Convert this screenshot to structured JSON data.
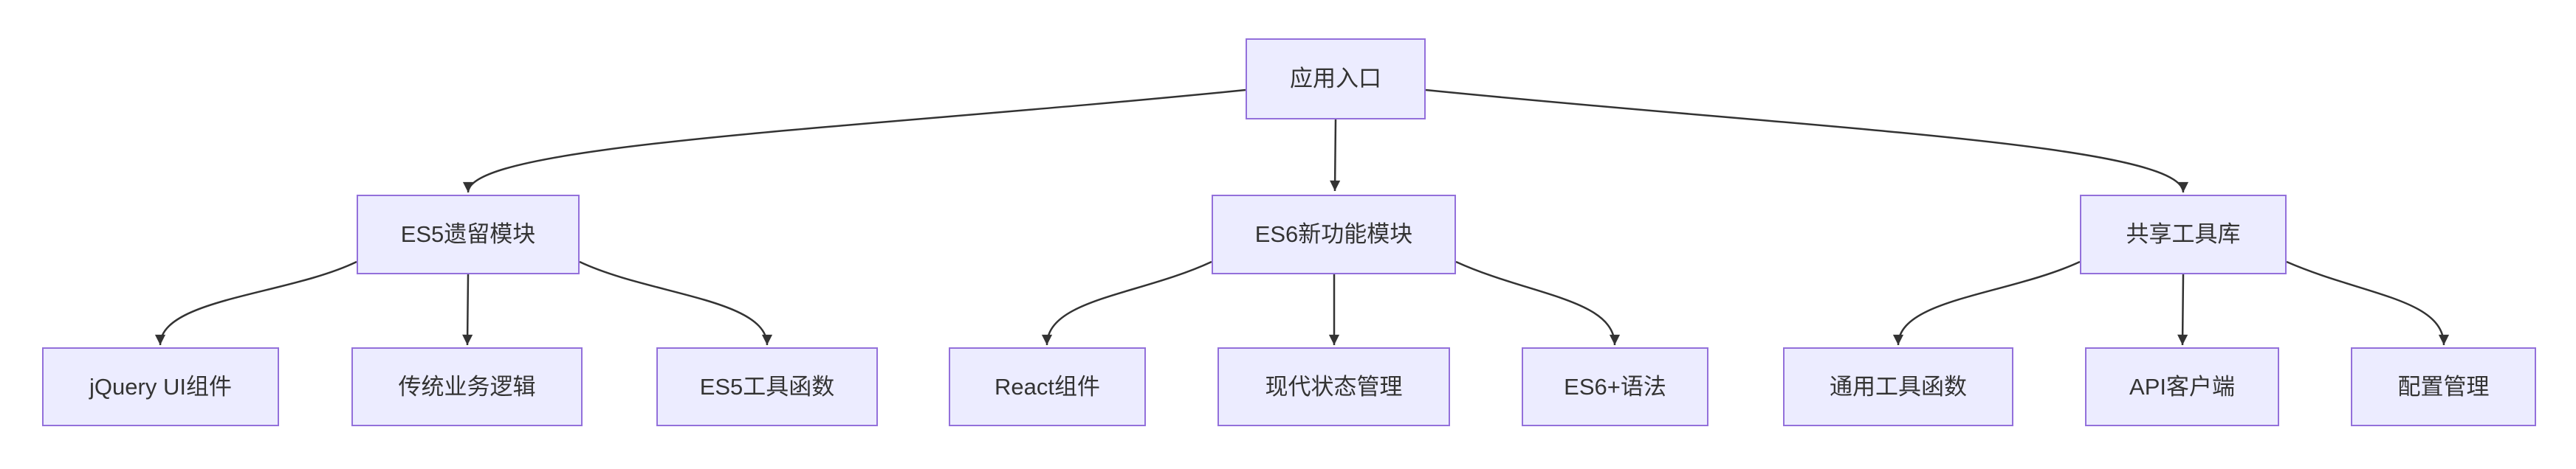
{
  "diagram": {
    "type": "flowchart",
    "direction": "top-down",
    "background": "#ffffff"
  },
  "colors": {
    "node-fill": "#ECECFF",
    "node-border": "#9370DB",
    "edge": "#333333",
    "text": "#333333"
  },
  "nodes": [
    {
      "id": "entry",
      "label": "应用入口"
    },
    {
      "id": "es5-legacy",
      "label": "ES5遗留模块"
    },
    {
      "id": "es6-features",
      "label": "ES6新功能模块"
    },
    {
      "id": "shared-utils",
      "label": "共享工具库"
    },
    {
      "id": "jquery-ui",
      "label": "jQuery UI组件"
    },
    {
      "id": "legacy-business",
      "label": "传统业务逻辑"
    },
    {
      "id": "es5-utils",
      "label": "ES5工具函数"
    },
    {
      "id": "react-components",
      "label": "React组件"
    },
    {
      "id": "modern-state",
      "label": "现代状态管理"
    },
    {
      "id": "es6-syntax",
      "label": "ES6+语法"
    },
    {
      "id": "general-utils",
      "label": "通用工具函数"
    },
    {
      "id": "api-client",
      "label": "API客户端"
    },
    {
      "id": "config-mgmt",
      "label": "配置管理"
    }
  ],
  "edges": [
    {
      "from": "entry",
      "to": "es5-legacy"
    },
    {
      "from": "entry",
      "to": "es6-features"
    },
    {
      "from": "entry",
      "to": "shared-utils"
    },
    {
      "from": "es5-legacy",
      "to": "jquery-ui"
    },
    {
      "from": "es5-legacy",
      "to": "legacy-business"
    },
    {
      "from": "es5-legacy",
      "to": "es5-utils"
    },
    {
      "from": "es6-features",
      "to": "react-components"
    },
    {
      "from": "es6-features",
      "to": "modern-state"
    },
    {
      "from": "es6-features",
      "to": "es6-syntax"
    },
    {
      "from": "shared-utils",
      "to": "general-utils"
    },
    {
      "from": "shared-utils",
      "to": "api-client"
    },
    {
      "from": "shared-utils",
      "to": "config-mgmt"
    }
  ]
}
